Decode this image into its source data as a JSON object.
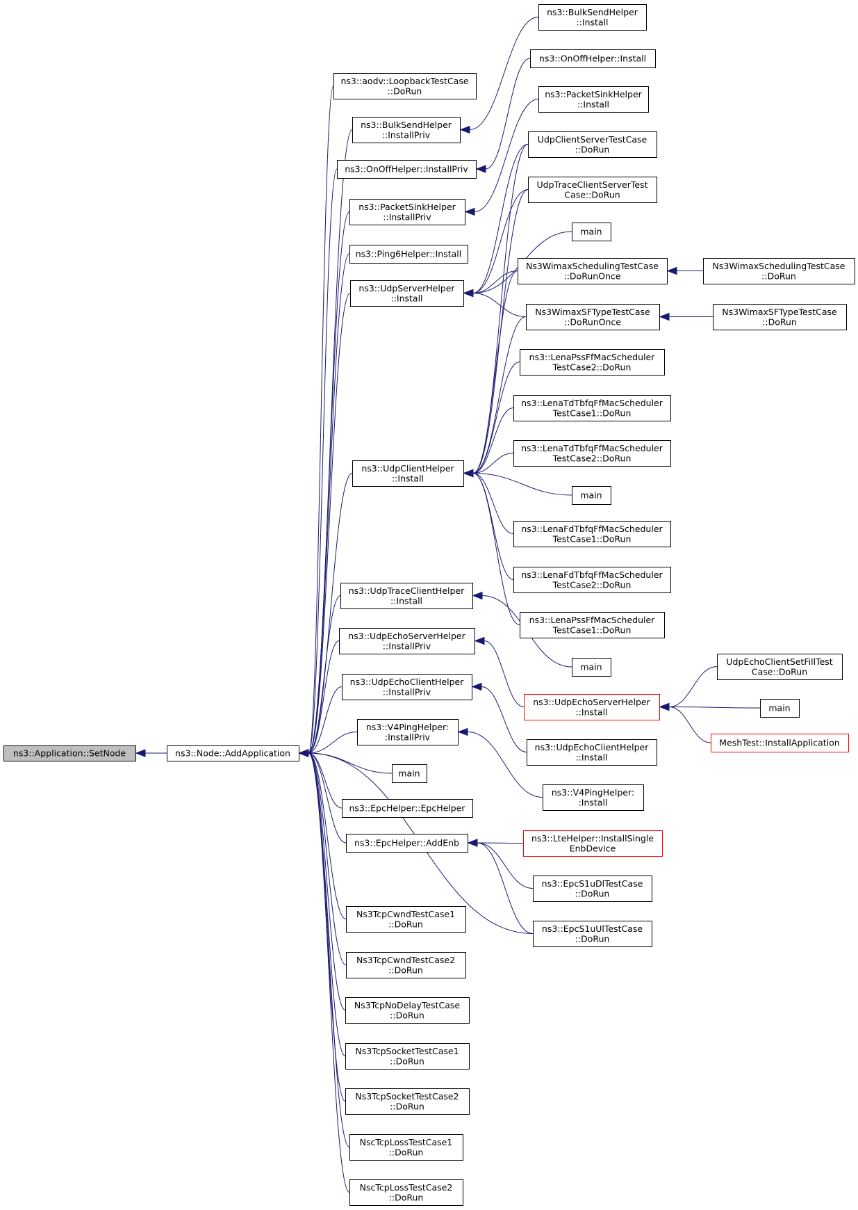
{
  "nodes": {
    "setnode": {
      "lines": [
        "ns3::Application::SetNode"
      ],
      "root": true
    },
    "addapp": {
      "lines": [
        "ns3::Node::AddApplication"
      ]
    },
    "aodv": {
      "lines": [
        "ns3::aodv::LoopbackTestCase",
        "::DoRun"
      ]
    },
    "bulkpriv": {
      "lines": [
        "ns3::BulkSendHelper",
        "::InstallPriv"
      ]
    },
    "onoffpriv": {
      "lines": [
        "ns3::OnOffHelper::InstallPriv"
      ]
    },
    "sinkpriv": {
      "lines": [
        "ns3::PacketSinkHelper",
        "::InstallPriv"
      ]
    },
    "ping6": {
      "lines": [
        "ns3::Ping6Helper::Install"
      ]
    },
    "udpserver": {
      "lines": [
        "ns3::UdpServerHelper",
        "::Install"
      ]
    },
    "udpclient": {
      "lines": [
        "ns3::UdpClientHelper",
        "::Install"
      ]
    },
    "udptraceclient": {
      "lines": [
        "ns3::UdpTraceClientHelper",
        "::Install"
      ]
    },
    "echoserverpriv": {
      "lines": [
        "ns3::UdpEchoServerHelper",
        "::InstallPriv"
      ]
    },
    "echoclientpriv": {
      "lines": [
        "ns3::UdpEchoClientHelper",
        "::InstallPriv"
      ]
    },
    "v4pingpriv": {
      "lines": [
        "ns3::V4PingHelper:",
        ":InstallPriv"
      ]
    },
    "main_mid": {
      "lines": [
        "main"
      ]
    },
    "epcctor": {
      "lines": [
        "ns3::EpcHelper::EpcHelper"
      ]
    },
    "addenb": {
      "lines": [
        "ns3::EpcHelper::AddEnb"
      ]
    },
    "cwnd1": {
      "lines": [
        "Ns3TcpCwndTestCase1",
        "::DoRun"
      ]
    },
    "cwnd2": {
      "lines": [
        "Ns3TcpCwndTestCase2",
        "::DoRun"
      ]
    },
    "nodelay": {
      "lines": [
        "Ns3TcpNoDelayTestCase",
        "::DoRun"
      ]
    },
    "socket1": {
      "lines": [
        "Ns3TcpSocketTestCase1",
        "::DoRun"
      ]
    },
    "socket2": {
      "lines": [
        "Ns3TcpSocketTestCase2",
        "::DoRun"
      ]
    },
    "nscloss1": {
      "lines": [
        "NscTcpLossTestCase1",
        "::DoRun"
      ]
    },
    "nscloss2": {
      "lines": [
        "NscTcpLossTestCase2",
        "::DoRun"
      ]
    },
    "bulkinstall": {
      "lines": [
        "ns3::BulkSendHelper",
        "::Install"
      ]
    },
    "onoffinstall": {
      "lines": [
        "ns3::OnOffHelper::Install"
      ]
    },
    "sinkinstall": {
      "lines": [
        "ns3::PacketSinkHelper",
        "::Install"
      ]
    },
    "udpcs": {
      "lines": [
        "UdpClientServerTestCase",
        "::DoRun"
      ]
    },
    "udptracecs": {
      "lines": [
        "UdpTraceClientServerTest",
        "Case::DoRun"
      ]
    },
    "main_s": {
      "lines": [
        "main"
      ]
    },
    "wimaxsched": {
      "lines": [
        "Ns3WimaxSchedulingTestCase",
        "::DoRunOnce"
      ]
    },
    "wimaxsf": {
      "lines": [
        "Ns3WimaxSFTypeTestCase",
        "::DoRunOnce"
      ]
    },
    "lenapss2": {
      "lines": [
        "ns3::LenaPssFfMacScheduler",
        "TestCase2::DoRun"
      ]
    },
    "lenatd1": {
      "lines": [
        "ns3::LenaTdTbfqFfMacScheduler",
        "TestCase1::DoRun"
      ]
    },
    "lenatd2": {
      "lines": [
        "ns3::LenaTdTbfqFfMacScheduler",
        "TestCase2::DoRun"
      ]
    },
    "main_c": {
      "lines": [
        "main"
      ]
    },
    "lenafd1": {
      "lines": [
        "ns3::LenaFdTbfqFfMacScheduler",
        "TestCase1::DoRun"
      ]
    },
    "lenafd2": {
      "lines": [
        "ns3::LenaFdTbfqFfMacScheduler",
        "TestCase2::DoRun"
      ]
    },
    "lenapss1": {
      "lines": [
        "ns3::LenaPssFfMacScheduler",
        "TestCase1::DoRun"
      ]
    },
    "main_t": {
      "lines": [
        "main"
      ]
    },
    "echoserverinstall": {
      "lines": [
        "ns3::UdpEchoServerHelper",
        "::Install"
      ],
      "red": true
    },
    "echoclientinstall": {
      "lines": [
        "ns3::UdpEchoClientHelper",
        "::Install"
      ]
    },
    "v4pinginstall": {
      "lines": [
        "ns3::V4PingHelper:",
        ":Install"
      ]
    },
    "ltehelper": {
      "lines": [
        "ns3::LteHelper::InstallSingle",
        "EnbDevice"
      ],
      "red": true
    },
    "epcs1dl": {
      "lines": [
        "ns3::EpcS1uDlTestCase",
        "::DoRun"
      ]
    },
    "epcs1ul": {
      "lines": [
        "ns3::EpcS1uUlTestCase",
        "::DoRun"
      ]
    },
    "wimaxsched_run": {
      "lines": [
        "Ns3WimaxSchedulingTestCase",
        "::DoRun"
      ]
    },
    "wimaxsf_run": {
      "lines": [
        "Ns3WimaxSFTypeTestCase",
        "::DoRun"
      ]
    },
    "echofill": {
      "lines": [
        "UdpEchoClientSetFillTest",
        "Case::DoRun"
      ]
    },
    "main_e": {
      "lines": [
        "main"
      ]
    },
    "meshtest": {
      "lines": [
        "MeshTest::InstallApplication"
      ],
      "red": true
    }
  },
  "edges": [
    [
      "setnode",
      "addapp"
    ],
    [
      "addapp",
      "aodv"
    ],
    [
      "addapp",
      "bulkpriv"
    ],
    [
      "addapp",
      "onoffpriv"
    ],
    [
      "addapp",
      "sinkpriv"
    ],
    [
      "addapp",
      "ping6"
    ],
    [
      "addapp",
      "udpserver"
    ],
    [
      "addapp",
      "udpclient"
    ],
    [
      "addapp",
      "udptraceclient"
    ],
    [
      "addapp",
      "echoserverpriv"
    ],
    [
      "addapp",
      "echoclientpriv"
    ],
    [
      "addapp",
      "v4pingpriv"
    ],
    [
      "addapp",
      "main_mid"
    ],
    [
      "addapp",
      "epcctor"
    ],
    [
      "addapp",
      "addenb"
    ],
    [
      "addapp",
      "epcs1ul"
    ],
    [
      "addapp",
      "cwnd1"
    ],
    [
      "addapp",
      "cwnd2"
    ],
    [
      "addapp",
      "nodelay"
    ],
    [
      "addapp",
      "socket1"
    ],
    [
      "addapp",
      "socket2"
    ],
    [
      "addapp",
      "nscloss1"
    ],
    [
      "addapp",
      "nscloss2"
    ],
    [
      "bulkpriv",
      "bulkinstall"
    ],
    [
      "onoffpriv",
      "onoffinstall"
    ],
    [
      "sinkpriv",
      "sinkinstall"
    ],
    [
      "udpserver",
      "udpcs"
    ],
    [
      "udpserver",
      "udptracecs"
    ],
    [
      "udpserver",
      "main_s"
    ],
    [
      "udpserver",
      "wimaxsched"
    ],
    [
      "udpserver",
      "wimaxsf"
    ],
    [
      "udpclient",
      "udpcs"
    ],
    [
      "udpclient",
      "udptracecs"
    ],
    [
      "udpclient",
      "wimaxsched"
    ],
    [
      "udpclient",
      "wimaxsf"
    ],
    [
      "udpclient",
      "lenapss2"
    ],
    [
      "udpclient",
      "lenatd1"
    ],
    [
      "udpclient",
      "lenatd2"
    ],
    [
      "udpclient",
      "main_c"
    ],
    [
      "udpclient",
      "lenafd1"
    ],
    [
      "udpclient",
      "lenafd2"
    ],
    [
      "udpclient",
      "lenapss1"
    ],
    [
      "udptraceclient",
      "main_t"
    ],
    [
      "echoserverpriv",
      "echoserverinstall"
    ],
    [
      "echoclientpriv",
      "echoclientinstall"
    ],
    [
      "v4pingpriv",
      "v4pinginstall"
    ],
    [
      "addenb",
      "ltehelper"
    ],
    [
      "addenb",
      "epcs1dl"
    ],
    [
      "addenb",
      "epcs1ul"
    ],
    [
      "wimaxsched",
      "wimaxsched_run"
    ],
    [
      "wimaxsf",
      "wimaxsf_run"
    ],
    [
      "echoserverinstall",
      "echofill"
    ],
    [
      "echoserverinstall",
      "main_e"
    ],
    [
      "echoserverinstall",
      "meshtest"
    ]
  ],
  "colors": {
    "edge": "#191970",
    "box_border": "#000000",
    "caller_red": "#ff0000",
    "root_fill": "#bfbfbf"
  }
}
